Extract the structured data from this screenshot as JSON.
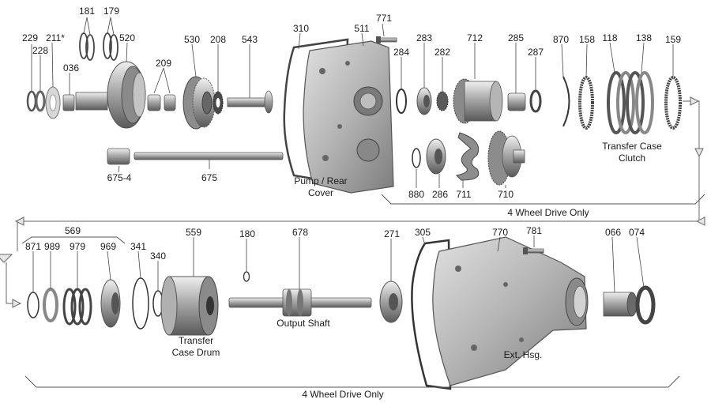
{
  "colors": {
    "line": "#555555",
    "metal_light": "#cfcfcf",
    "metal_mid": "#9a9a9a",
    "metal_dark": "#5e5e5e",
    "housing": "#bdbdbd"
  },
  "labels": {
    "p229": "229",
    "p228": "228",
    "p211": "211*",
    "p181": "181",
    "p179": "179",
    "p036": "036",
    "p520": "520",
    "p209": "209",
    "p530": "530",
    "p208": "208",
    "p543": "543",
    "p675_4": "675-4",
    "p675": "675",
    "p310": "310",
    "p511": "511",
    "p771": "771",
    "p284": "284",
    "p283": "283",
    "p282": "282",
    "p712": "712",
    "p285": "285",
    "p287": "287",
    "p870": "870",
    "p158": "158",
    "p118": "118",
    "p138": "138",
    "p159": "159",
    "p880": "880",
    "p286": "286",
    "p711": "711",
    "p710": "710",
    "p569": "569",
    "p871": "871",
    "p989": "989",
    "p979": "979",
    "p969": "969",
    "p341": "341",
    "p340": "340",
    "p559": "559",
    "p180": "180",
    "p678": "678",
    "p271": "271",
    "p305": "305",
    "p770": "770",
    "p781": "781",
    "p066": "066",
    "p074": "074"
  },
  "captions": {
    "pump_line1": "Pump / Rear",
    "pump_line2": "Cover",
    "tcc_line1": "Transfer Case",
    "tcc_line2": "Clutch",
    "wd_top": "4 Wheel Drive Only",
    "drum_line1": "Transfer",
    "drum_line2": "Case Drum",
    "output_shaft": "Output Shaft",
    "ext_hsg": "Ext. Hsg.",
    "wd_bottom": "4 Wheel Drive Only"
  }
}
